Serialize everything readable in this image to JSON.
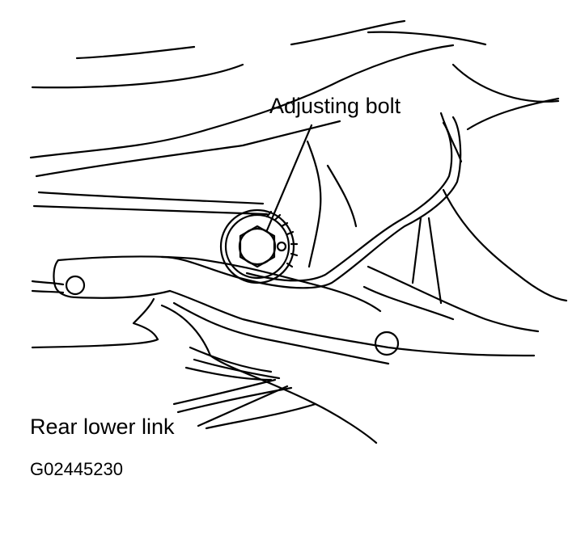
{
  "diagram": {
    "callouts": {
      "adjusting_bolt": "Adjusting bolt",
      "rear_lower_link": "Rear lower link"
    },
    "figure_code": "G02445230",
    "colors": {
      "ink": "#000000",
      "background": "#ffffff"
    }
  }
}
